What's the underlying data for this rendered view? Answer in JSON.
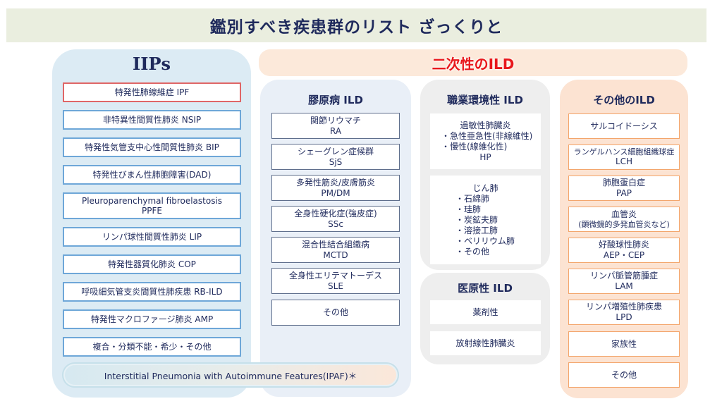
{
  "title": "鑑別すべき疾患群のリスト ざっくりと",
  "iips": {
    "title": "IIPs",
    "items": [
      {
        "line1": "特発性肺線維症 IPF",
        "highlight": true
      },
      {
        "line1": "非特異性間質性肺炎 NSIP"
      },
      {
        "line1": "特発性気管支中心性間質性肺炎 BIP"
      },
      {
        "line1": "特発性びまん性肺胞障害(DAD)"
      },
      {
        "line1": "Pleuroparenchymal fibroelastosis",
        "line2": "PPFE"
      },
      {
        "line1": "リンパ球性間質性肺炎 LIP"
      },
      {
        "line1": "特発性器質化肺炎 COP"
      },
      {
        "line1": "呼吸細気管支炎間質性肺疾患 RB-ILD"
      },
      {
        "line1": "特発性マクロファージ肺炎 AMP"
      },
      {
        "line1": "複合・分類不能・希少・その他"
      }
    ]
  },
  "ipaf": "Interstitial Pneumonia with Autoimmune Features(IPAF)＊",
  "secondary": {
    "title": "二次性のILD",
    "ctd": {
      "title": "膠原病 ILD",
      "items": [
        {
          "line1": "関節リウマチ",
          "line2": "RA"
        },
        {
          "line1": "シェーグレン症候群",
          "line2": "SjS"
        },
        {
          "line1": "多発性筋炎/皮膚筋炎",
          "line2": "PM/DM"
        },
        {
          "line1": "全身性硬化症(強皮症)",
          "line2": "SSc"
        },
        {
          "line1": "混合性結合組織病",
          "line2": "MCTD"
        },
        {
          "line1": "全身性エリテマトーデス",
          "line2": "SLE"
        },
        {
          "line1": "その他"
        }
      ]
    },
    "occupational": {
      "title": "職業環境性 ILD",
      "hp": {
        "heading": "過敏性肺臓炎",
        "bullets": [
          "・急性亜急性(非線維性)",
          "・慢性(線維化性)"
        ],
        "abbr": "HP"
      },
      "pneumoconiosis": {
        "heading": "じん肺",
        "bullets": [
          "・石綿肺",
          "・珪肺",
          "・炭鉱夫肺",
          "・溶接工肺",
          "・ベリリウム肺",
          "・その他"
        ]
      }
    },
    "iatrogenic": {
      "title": "医原性 ILD",
      "items": [
        "薬剤性",
        "放射線性肺臓炎"
      ]
    },
    "other": {
      "title": "その他のILD",
      "items": [
        {
          "line1": "サルコイドーシス"
        },
        {
          "line1": "ランゲルハンス細胞組織球症",
          "line2": "LCH"
        },
        {
          "line1": "肺胞蛋白症",
          "line2": "PAP"
        },
        {
          "line1": "血管炎",
          "line2": "(顕微鏡的多発血管炎など)"
        },
        {
          "line1": "好酸球性肺炎",
          "line2": "AEP・CEP"
        },
        {
          "line1": "リンパ脈管筋腫症",
          "line2": "LAM"
        },
        {
          "line1": "リンパ増殖性肺疾患",
          "line2": "LPD"
        },
        {
          "line1": "家族性"
        },
        {
          "line1": "その他"
        }
      ]
    }
  }
}
